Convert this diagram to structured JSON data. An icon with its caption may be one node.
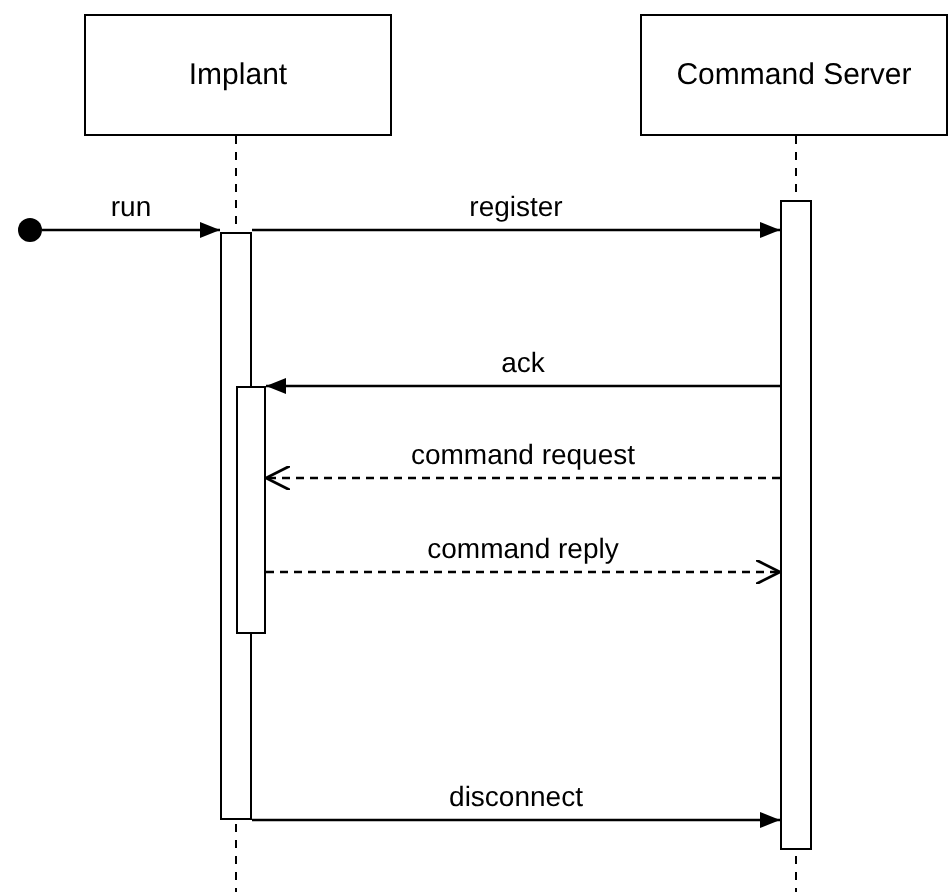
{
  "diagram": {
    "nodes": [
      {
        "text": [
          "Implant"
        ]
      },
      {
        "text": [
          "Command Server"
        ]
      },
      {
        "text": [],
        "shape": "circle"
      },
      {
        "text": [],
        "shape": "bar"
      },
      {
        "text": [],
        "shape": "bar"
      },
      {
        "text": [],
        "shape": "bar"
      }
    ],
    "edges": [
      {
        "from": 2,
        "to": 3,
        "arrow": "to",
        "label": "run"
      },
      {
        "from": 3,
        "to": 5,
        "arrow": "to",
        "label": "register"
      },
      {
        "from": 5,
        "to": 4,
        "arrow": "to",
        "label": "ack"
      },
      {
        "from": 5,
        "to": 4,
        "arrow": "to",
        "label": "command request",
        "style": "dashed"
      },
      {
        "from": 4,
        "to": 5,
        "arrow": "to",
        "label": "command reply",
        "style": "dashed"
      },
      {
        "from": 3,
        "to": 5,
        "arrow": "to",
        "label": "disconnect"
      }
    ]
  }
}
